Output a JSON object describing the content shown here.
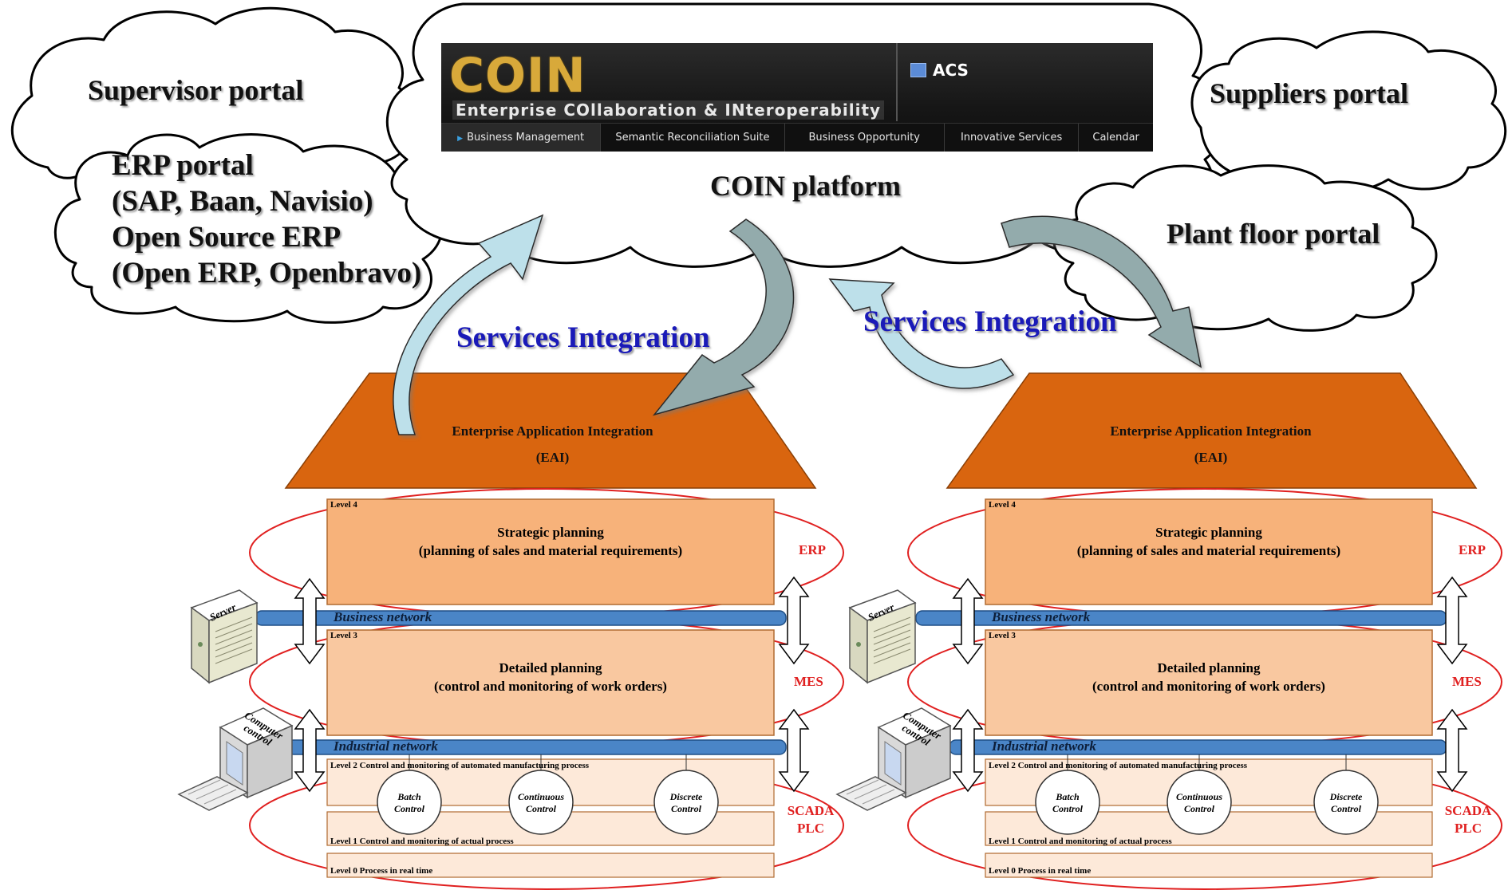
{
  "clouds": {
    "supervisor": "Supervisor portal",
    "erp_lines": [
      "ERP portal",
      "(SAP, Baan, Navisio)",
      "Open Source  ERP",
      "(Open ERP, Openbravo)"
    ],
    "suppliers": "Suppliers portal",
    "plant_floor": "Plant floor portal",
    "coin_platform": "COIN platform"
  },
  "coin_screenshot": {
    "logo": "COIN",
    "subtitle": "Enterprise COllaboration & INteroperability",
    "acs": "ACS",
    "nav": [
      "Business Management",
      "Semantic Reconciliation Suite",
      "Business Opportunity",
      "Innovative Services",
      "Calendar"
    ],
    "active_nav": "Business Management"
  },
  "services_integration": "Services Integration",
  "stack": {
    "eai_title": "Enterprise Application Integration",
    "eai_abbr": "(EAI)",
    "level4": {
      "tag": "Level 4",
      "title": "Strategic planning",
      "subtitle": "(planning of sales and material requirements)"
    },
    "business_network": "Business network",
    "level3": {
      "tag": "Level 3",
      "title": "Detailed planning",
      "subtitle": "(control and monitoring of work orders)"
    },
    "industrial_network": "Industrial network",
    "level2": "Level 2 Control and monitoring of automated manufacturing process",
    "level1": "Level 1   Control and monitoring of actual process",
    "level0": "Level 0   Process in real time",
    "controls": [
      {
        "line1": "Batch",
        "line2": "Control"
      },
      {
        "line1": "Continuous",
        "line2": "Control"
      },
      {
        "line1": "Discrete",
        "line2": "Control"
      }
    ],
    "server_label": "Server",
    "computer_label_1": "Computer",
    "computer_label_2": "control",
    "erp": "ERP",
    "mes": "MES",
    "scada": "SCADA",
    "plc": "PLC"
  },
  "colors": {
    "eai": "#d9650f",
    "level4": "#f7b27a",
    "level3": "#f9c8a0",
    "level_low": "#fde9d9",
    "network": "#4a85c7",
    "ellipse": "#e02020",
    "arrow_light": "#bde0ea",
    "arrow_dark": "#93abac",
    "services_text": "#1a1ab8"
  }
}
